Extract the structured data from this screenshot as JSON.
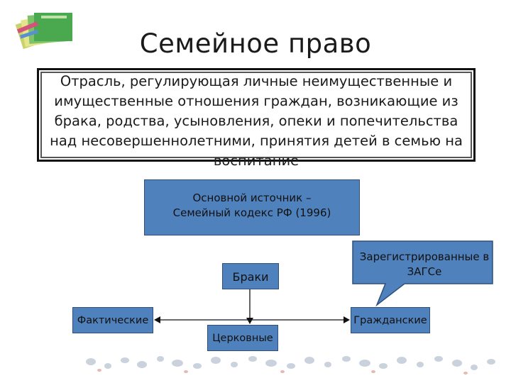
{
  "title": "Семейное право",
  "definition": "Отрасль, регулирующая личные неимущественные и имущественные отношения граждан, возникающие из брака, родства, усыновления, опеки и попечительства над несовершеннолетними, принятия детей в семью на воспитание",
  "source_box": {
    "line1": "Основной источник –",
    "line2": "Семейный кодекс РФ (1996)"
  },
  "callout": {
    "line1": "Зарегистрированные в",
    "line2": "ЗАГСе"
  },
  "nodes": {
    "marriages": "Браки",
    "factual": "Фактические",
    "civil": "Гражданские",
    "church": "Церковные"
  },
  "colors": {
    "box_fill": "#4f81bd",
    "box_border": "#2f4f7a"
  },
  "icon": "folders-icon"
}
